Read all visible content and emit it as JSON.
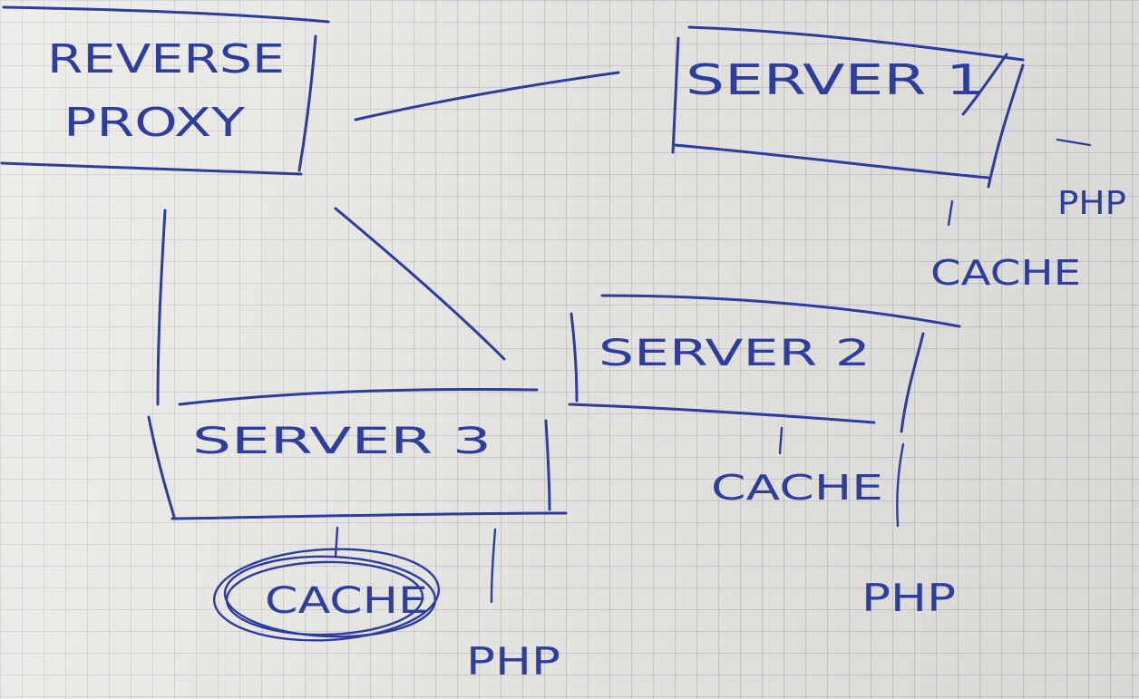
{
  "diagram": {
    "nodes": {
      "reverse_proxy": {
        "line1": "REVERSE",
        "line2": "PROXY"
      },
      "server1": {
        "label": "SERVER 1"
      },
      "server2": {
        "label": "SERVER 2"
      },
      "server3": {
        "label": "SERVER 3"
      }
    },
    "annotations": {
      "server1_php": "PHP",
      "server1_cache": "CACHE",
      "server2_cache": "CACHE",
      "server2_php": "PHP",
      "server3_cache": "CACHE",
      "server3_php": "PHP"
    },
    "ink_color": "#2b3d9e",
    "paper_color": "#e4e3df"
  }
}
